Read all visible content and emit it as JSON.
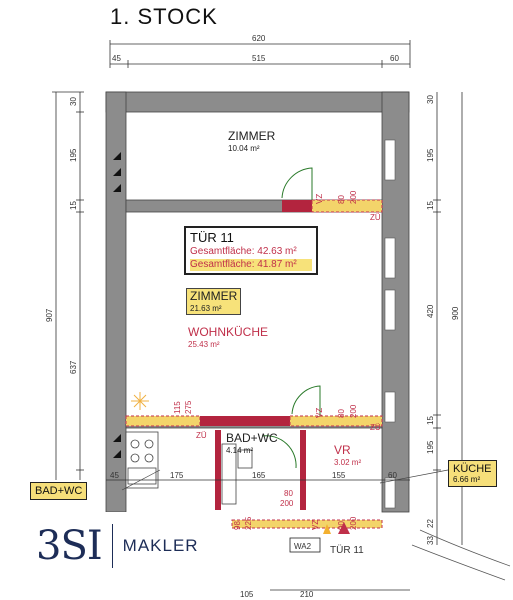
{
  "title": "1. STOCK",
  "dims": {
    "top_total": "620",
    "top_left": "45",
    "top_mid": "515",
    "top_right": "60",
    "left_30": "30",
    "left_195": "195",
    "left_15": "15",
    "left_907": "907",
    "left_637": "637",
    "left_45": "45",
    "right_195a": "195",
    "right_15a": "15",
    "right_420": "420",
    "right_900": "900",
    "right_15b": "15",
    "right_195b": "195",
    "right_60": "60",
    "right_33": "33",
    "right_22": "22",
    "bottom_175": "175",
    "bottom_165": "165",
    "bottom_155": "155",
    "bottom_210": "210",
    "bottom_105": "105"
  },
  "rooms": {
    "zimmer1": {
      "name": "ZIMMER",
      "area": "10.04 m²"
    },
    "zimmer2": {
      "name": "ZIMMER",
      "area": "21.63 m²"
    },
    "wohnkueche": {
      "name": "WOHNKÜCHE",
      "area": "25.43 m²"
    },
    "bad": {
      "name": "BAD+WC",
      "area": "4.14 m²"
    },
    "vr": {
      "name": "VR",
      "area": "3.02 m²"
    }
  },
  "unit_box": {
    "title": "TÜR 11",
    "line1": "Gesamtfläche: 42.63 m²",
    "line2": "Gesamtfläche: 41.87 m²"
  },
  "callouts": {
    "kueche": {
      "name": "KÜCHE",
      "area": "6.66 m²"
    },
    "badwc": "BAD+WC"
  },
  "door_labels": {
    "vz1": "VZ",
    "d80a": "80",
    "d200a": "200",
    "vz2": "VZ",
    "d80b": "80",
    "d200b": "200",
    "d115": "115",
    "d275": "275",
    "d80c": "80",
    "d200c": "200",
    "zu1": "ZÜ",
    "zu2": "ZÜ",
    "zu3": "ZÜ",
    "d98": "98",
    "d225": "225",
    "d90": "90",
    "d200d": "200",
    "vz3": "VZ",
    "vz4": "VZ",
    "wa2": "WA2",
    "tuer": "TÜR 11"
  },
  "logo": {
    "mark": "3SI",
    "text": "MAKLER"
  }
}
